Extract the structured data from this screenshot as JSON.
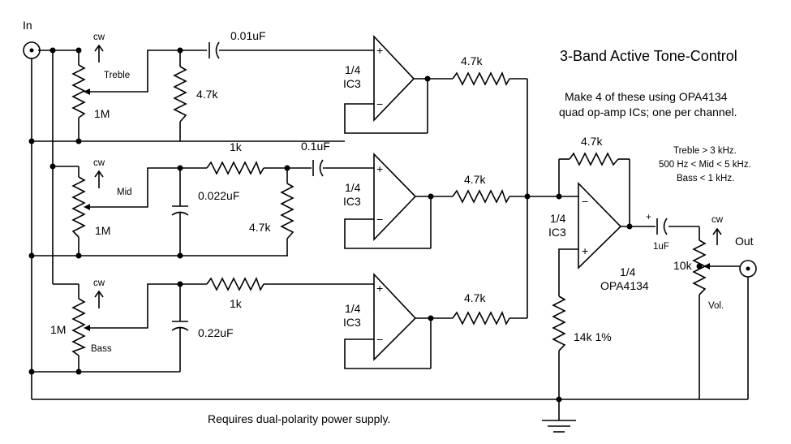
{
  "title": "3-Band Active Tone-Control",
  "note": [
    "Make 4 of these using OPA4134",
    "quad op-amp ICs; one per channel."
  ],
  "ranges": [
    "Treble > 3 kHz.",
    "500 Hz < Mid < 5 kHz.",
    "Bass < 1 kHz."
  ],
  "footer": "Requires dual-polarity power supply.",
  "connectors": {
    "in": "In",
    "out": "Out"
  },
  "cw": "cw",
  "plus": "+",
  "minus": "−",
  "treble": {
    "pot": "1M",
    "pot_name": "Treble",
    "cap": "0.01uF",
    "res": "4.7k",
    "ic": [
      "1/4",
      "IC3"
    ],
    "out_res": "4.7k"
  },
  "mid": {
    "pot": "1M",
    "pot_name": "Mid",
    "res_series": "1k",
    "cap_shunt": "0.022uF",
    "cap_series": "0.1uF",
    "res_shunt": "4.7k",
    "ic": [
      "1/4",
      "IC3"
    ],
    "out_res": "4.7k"
  },
  "bass": {
    "pot": "1M",
    "pot_name": "Bass",
    "res_series": "1k",
    "cap_shunt": "0.22uF",
    "ic": [
      "1/4",
      "IC3"
    ],
    "out_res": "4.7k"
  },
  "mixer": {
    "feedback": "4.7k",
    "ic_left": [
      "1/4",
      "IC3"
    ],
    "ic_right": [
      "1/4",
      "OPA4134"
    ],
    "res_ground": "14k 1%"
  },
  "output": {
    "cap": "1uF",
    "pot": "10k",
    "pot_name": "Vol."
  }
}
